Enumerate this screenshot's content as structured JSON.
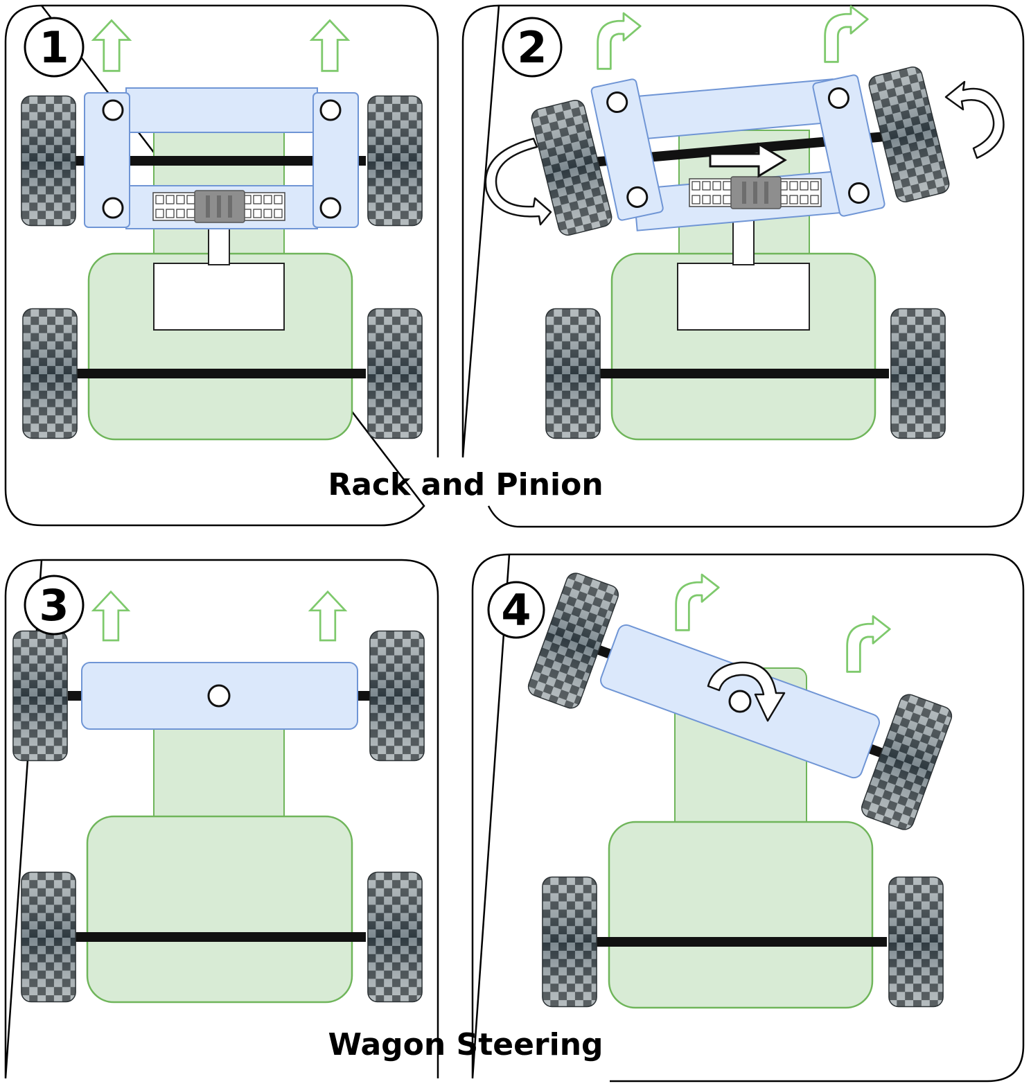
{
  "figure": {
    "top_caption": "Rack and Pinion",
    "bottom_caption": "Wagon Steering",
    "panels": [
      {
        "number": "1"
      },
      {
        "number": "2"
      },
      {
        "number": "3"
      },
      {
        "number": "4"
      }
    ]
  },
  "colors": {
    "frame_stroke": "#000000",
    "axle_fill": "#dbe8fb",
    "axle_stroke": "#6f95d5",
    "body_fill": "#d8ebd5",
    "body_stroke": "#6fb55a",
    "direction_arrow": "#7ec96c",
    "tire_dark": "#3c4346",
    "tire_light": "#a9b1b4"
  }
}
